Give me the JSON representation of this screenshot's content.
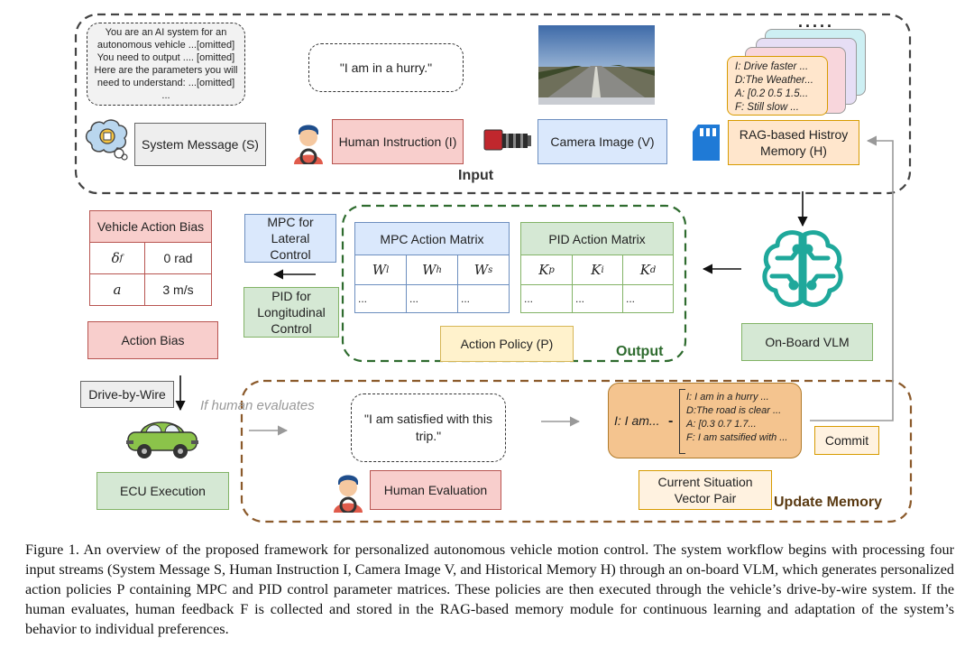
{
  "input": {
    "title": "Input",
    "system_prompt_lines": [
      "You are an AI system for an",
      "autonomous vehicle ...[omitted]",
      "You need to output .... [omitted]",
      "Here are the parameters you will",
      "need to understand: ...[omitted]",
      "..."
    ],
    "human_quote": "\"I am in a hurry.\"",
    "system_message_label": "System Message (S)",
    "human_instruction_label": "Human Instruction (I)",
    "camera_image_label": "Camera Image (V)",
    "rag_memory_label": "RAG-based Histroy Memory (H)",
    "memory_cards": [
      "I: Drive faster ...",
      "D:The Weather...",
      "A: [0.2 0.5 1.5...",
      "F: Still slow ..."
    ],
    "more_dots": "....."
  },
  "output": {
    "title": "Output",
    "mpc_matrix_title": "MPC Action Matrix",
    "pid_matrix_title": "PID Action Matrix",
    "mpc_symbols": [
      "Wl",
      "Wh",
      "Ws"
    ],
    "pid_symbols": [
      "Kp",
      "Ki",
      "Kd"
    ],
    "ellipsis": "...",
    "action_policy_label": "Action Policy (P)"
  },
  "control": {
    "mpc_lateral": "MPC for Lateral Control",
    "pid_longitudinal": "PID for Longitudinal Control"
  },
  "bias_table": {
    "title": "Vehicle Action Bias",
    "rows": [
      {
        "symbol": "δf",
        "value": "0 rad"
      },
      {
        "symbol": "a",
        "value": "3 m/s"
      }
    ]
  },
  "action_bias_label": "Action Bias",
  "drive_by_wire_label": "Drive-by-Wire",
  "ecu_label": "ECU Execution",
  "vlm_label": "On-Board VLM",
  "update": {
    "title": "Update Memory",
    "if_human": "If human evaluates",
    "satisfied_quote": "\"I am satisfied with this trip.\"",
    "human_evaluation_label": "Human Evaluation",
    "vector_key": "I: I am...",
    "vector_lines": [
      "I: I am in a hurry ...",
      "D:The road is clear ...",
      "A: [0.3 0.7 1.7...",
      "F: I am satsified with ..."
    ],
    "commit_label": "Commit",
    "situation_label": "Current Situation Vector Pair"
  },
  "caption": "Figure 1. An overview of the proposed framework for personalized autonomous vehicle motion control. The system workflow begins with processing four input streams (System Message S, Human Instruction I, Camera Image V, and Historical Memory H) through an on-board VLM, which generates personalized action policies P containing MPC and PID control parameter matrices. These policies are then executed through the vehicle’s drive-by-wire system. If the human evaluates, human feedback F is collected and stored in the RAG-based memory module for continuous learning and adaptation of the system’s behavior to individual preferences.",
  "colors": {
    "input_border": "#444444",
    "output_border": "#2e6b2e",
    "update_border": "#8b5a2b",
    "vlm_icon": "#1fa89b"
  },
  "icons": [
    "brain-gear-icon",
    "driver-icon",
    "camera-icon",
    "sd-card-icon",
    "vlm-brain-icon",
    "car-icon"
  ]
}
